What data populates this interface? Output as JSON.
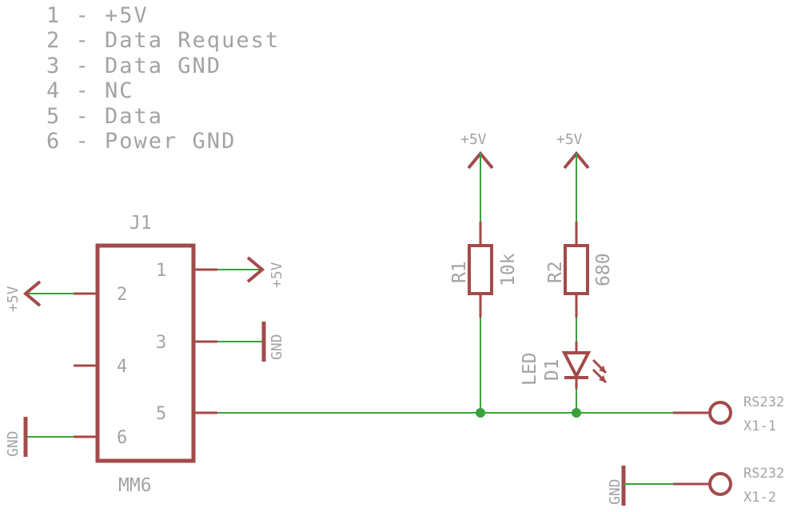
{
  "legend": [
    "1 - +5V",
    "2 - Data Request",
    "3 - Data GND",
    "4 - NC",
    "5 - Data",
    "6 - Power GND"
  ],
  "connector": {
    "name": "J1",
    "value": "MM6",
    "pins": {
      "p1": "1",
      "p2": "2",
      "p3": "3",
      "p4": "4",
      "p5": "5",
      "p6": "6"
    }
  },
  "power": {
    "vcc": "+5V",
    "gnd": "GND"
  },
  "r1": {
    "name": "R1",
    "value": "10k"
  },
  "r2": {
    "name": "R2",
    "value": "680"
  },
  "d1": {
    "name": "D1",
    "value": "LED"
  },
  "terminals": [
    {
      "name": "RS232",
      "pin": "X1-1"
    },
    {
      "name": "RS232",
      "pin": "X1-2"
    }
  ],
  "colors": {
    "component": "#a34a4a",
    "wire": "#3aa13a",
    "text": "#a3a3a3",
    "junction": "#3aa13a"
  }
}
